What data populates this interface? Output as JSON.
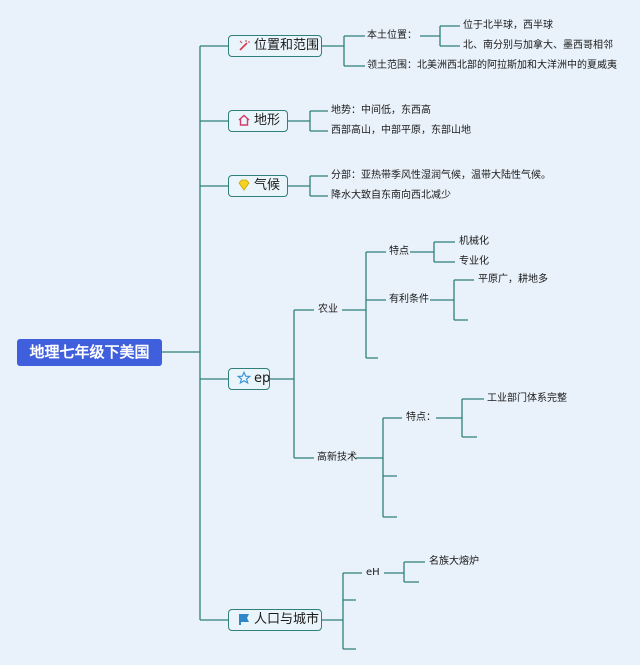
{
  "root": {
    "label": "地理七年级下美国"
  },
  "topics": {
    "location": {
      "label": "位置和范围",
      "icon": "wand-icon",
      "local_label": "本土位置：",
      "local_items": [
        "位于北半球，西半球",
        "北、南分别与加拿大、墨西哥相邻"
      ],
      "territory": "领土范围：北美洲西北部的阿拉斯加和大洋洲中的夏威夷"
    },
    "terrain": {
      "label": "地形",
      "icon": "house-icon",
      "items": [
        "地势：中间低，东西高",
        "西部高山，中部平原，东部山地"
      ]
    },
    "climate": {
      "label": "气候",
      "icon": "diamond-icon",
      "items": [
        "分部：亚热带季风性湿润气候，温带大陆性气候。",
        "降水大致自东南向西北减少"
      ]
    },
    "economy": {
      "label": "ep",
      "icon": "star-icon",
      "agriculture": {
        "label": "农业",
        "features_label": "特点",
        "features": [
          "机械化",
          "专业化"
        ],
        "conditions_label": "有利条件",
        "conditions": [
          "平原广，耕地多"
        ]
      },
      "hightech": {
        "label": "高新技术",
        "features_label": "特点：",
        "features": [
          "工业部门体系完整"
        ]
      }
    },
    "population": {
      "label": "人口与城市",
      "icon": "flag-icon",
      "sub_label": "eH",
      "items": [
        "名族大熔炉"
      ]
    }
  },
  "colors": {
    "line": "#2f7f7a",
    "root_bg": "#3f5fdc",
    "topic_border": "#2f7f7a",
    "background": "#e9f2fb"
  }
}
